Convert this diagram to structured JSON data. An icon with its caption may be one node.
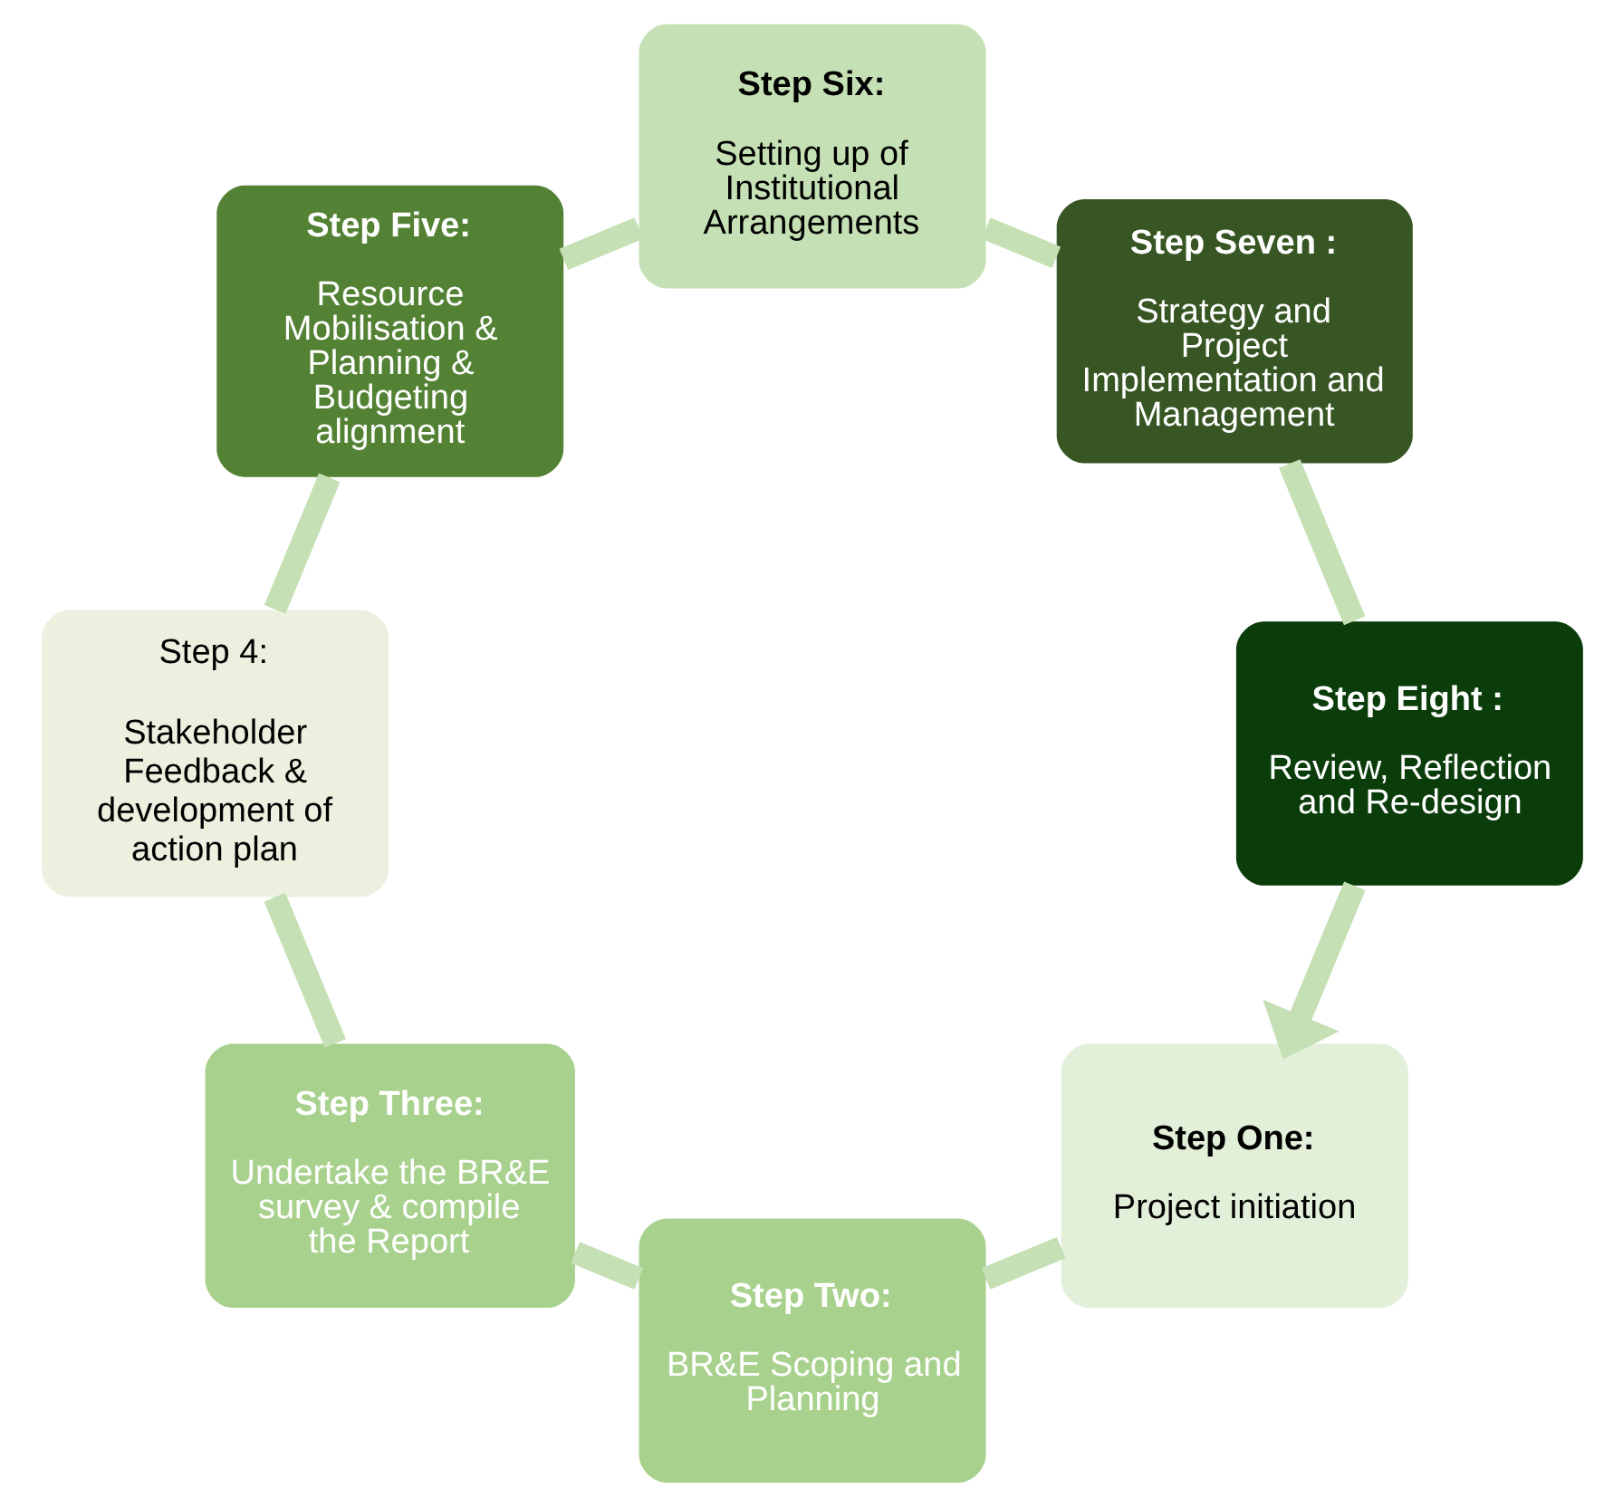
{
  "diagram": {
    "nodes": [
      {
        "text": [
          "Step One:",
          "Project initiation"
        ]
      },
      {
        "text": [
          "Step Two:",
          "BR&E Scoping and Planning"
        ]
      },
      {
        "text": [
          "Step Three:",
          "Undertake the BR&E survey & compile the Report"
        ]
      },
      {
        "text": [
          "Step 4:",
          "Stakeholder Feedback & development of action plan"
        ]
      },
      {
        "text": [
          "Step Five:",
          "Resource Mobilisation & Planning & Budgeting alignment"
        ]
      },
      {
        "text": [
          "Step Six:",
          "Setting up of Institutional Arrangements"
        ]
      },
      {
        "text": [
          "Step Seven :",
          "Strategy and Project Implementation and Management"
        ]
      },
      {
        "text": [
          "Step Eight :",
          "Review, Reflection and Re-design"
        ]
      }
    ],
    "edges": [
      {
        "from": 0,
        "to": 1,
        "arrow": "none"
      },
      {
        "from": 1,
        "to": 2,
        "arrow": "none"
      },
      {
        "from": 2,
        "to": 3,
        "arrow": "none"
      },
      {
        "from": 3,
        "to": 4,
        "arrow": "none"
      },
      {
        "from": 4,
        "to": 5,
        "arrow": "none"
      },
      {
        "from": 5,
        "to": 6,
        "arrow": "none"
      },
      {
        "from": 6,
        "to": 7,
        "arrow": "none"
      },
      {
        "from": 7,
        "to": 0,
        "arrow": "to"
      }
    ]
  }
}
